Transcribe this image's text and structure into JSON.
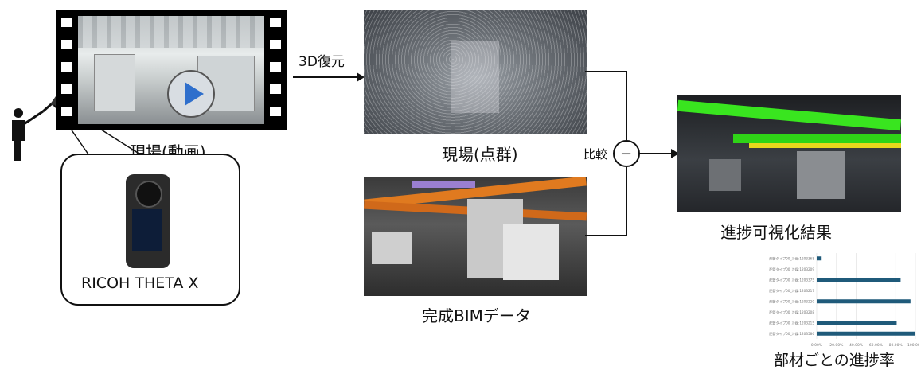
{
  "labels": {
    "step_3d": "3D復元",
    "video_caption": "現場(動画)",
    "pointcloud_caption": "現場(点群)",
    "bim_caption": "完成BIMデータ",
    "compare": "比較",
    "compare_symbol": "−",
    "result_caption": "進捗可視化結果",
    "camera_caption": "RICOH THETA X",
    "chart_caption": "部材ごとの進捗率"
  },
  "colors": {
    "play": "#2f6fcc",
    "bim_pipe": "#e07a1f",
    "result_green": "#39e51f",
    "bar": "#1f5a7a"
  },
  "chart_data": {
    "type": "bar",
    "orientation": "horizontal",
    "categories": [
      "配管タイプ00_冷媒:1203368",
      "配管タイプ00_冷媒:1203209",
      "配管タイプ00_冷媒:1203375",
      "配管タイプ00_冷媒:1203217",
      "配管タイプ00_冷媒:1203220",
      "配管タイプ00_冷媒:1203208",
      "配管タイプ00_冷媒:1203215",
      "配管タイプ00_冷媒:1203586"
    ],
    "values": [
      5,
      0,
      85,
      0,
      95,
      0,
      81,
      100
    ],
    "x_ticks": [
      "0.00%",
      "20.00%",
      "40.00%",
      "60.00%",
      "80.00%",
      "100.00%"
    ],
    "xlim": [
      0,
      100
    ],
    "grid": true
  }
}
